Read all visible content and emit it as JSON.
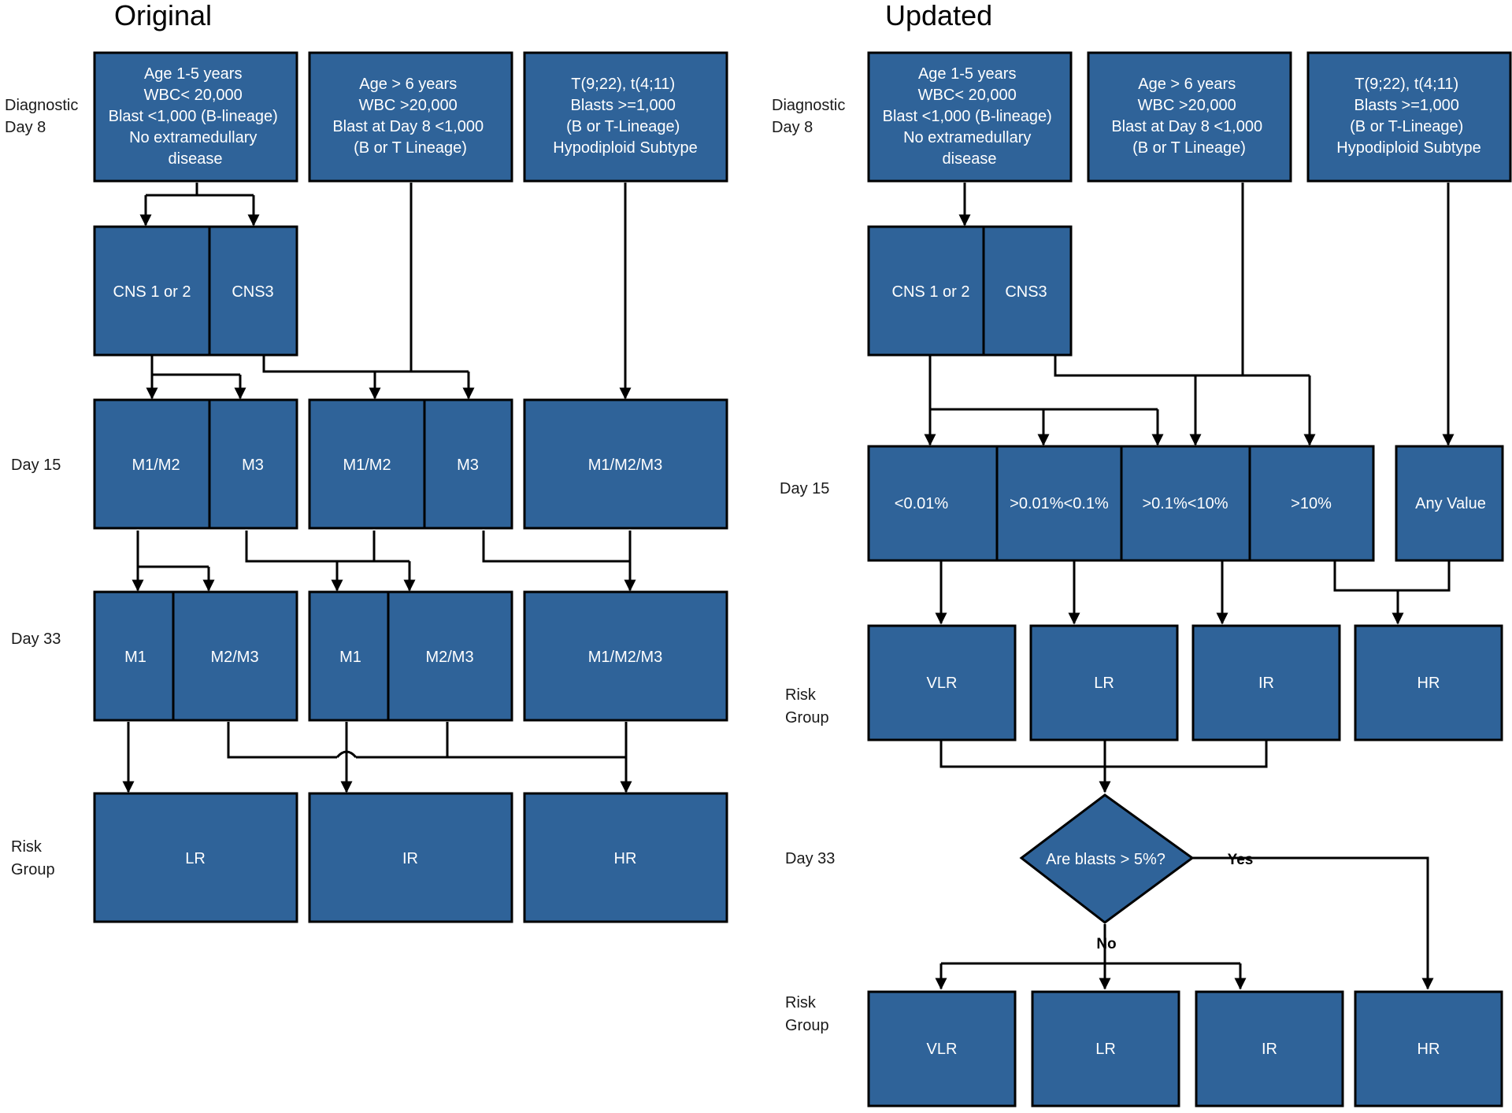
{
  "original": {
    "title": "Original",
    "stage_labels": {
      "diagnostic": [
        "Diagnostic",
        "Day 8"
      ],
      "day15": [
        "Day 15"
      ],
      "day33": [
        "Day 33"
      ],
      "risk": [
        "Risk",
        "Group"
      ]
    },
    "criteria": {
      "group_a": [
        "Age 1-5 years",
        "WBC< 20,000",
        "Blast <1,000 (B-lineage)",
        "No extramedullary",
        "disease"
      ],
      "group_b": [
        "Age > 6 years",
        "WBC >20,000",
        "Blast at Day 8 <1,000",
        "(B or T Lineage)"
      ],
      "group_c": [
        "T(9;22), t(4;11)",
        "Blasts >=1,000",
        "(B or T-Lineage)",
        "Hypodiploid Subtype"
      ]
    },
    "cns": [
      "CNS 1 or 2",
      "CNS3"
    ],
    "day15": {
      "a1": "M1/M2",
      "a2": "M3",
      "b1": "M1/M2",
      "b2": "M3",
      "c": "M1/M2/M3"
    },
    "day33": {
      "a1": "M1",
      "a2": "M2/M3",
      "b1": "M1",
      "b2": "M2/M3",
      "c": "M1/M2/M3"
    },
    "risk": [
      "LR",
      "IR",
      "HR"
    ]
  },
  "updated": {
    "title": "Updated",
    "stage_labels": {
      "diagnostic": [
        "Diagnostic",
        "Day 8"
      ],
      "day15": [
        "Day 15"
      ],
      "risk1": [
        "Risk",
        "Group"
      ],
      "day33": [
        "Day 33"
      ],
      "risk2": [
        "Risk",
        "Group"
      ]
    },
    "criteria": {
      "group_a": [
        "Age 1-5 years",
        "WBC< 20,000",
        "Blast <1,000 (B-lineage)",
        "No extramedullary",
        "disease"
      ],
      "group_b": [
        "Age > 6 years",
        "WBC >20,000",
        "Blast at Day 8 <1,000",
        "(B or T Lineage)"
      ],
      "group_c": [
        "T(9;22), t(4;11)",
        "Blasts >=1,000",
        "(B or T-Lineage)",
        "Hypodiploid Subtype"
      ]
    },
    "cns": [
      "CNS 1 or 2",
      "CNS3"
    ],
    "day15": [
      "<0.01%",
      ">0.01%<0.1%",
      ">0.1%<10%",
      ">10%",
      "Any Value"
    ],
    "risk1": [
      "VLR",
      "LR",
      "IR",
      "HR"
    ],
    "decision": "Are blasts > 5%?",
    "yes_label": "Yes",
    "no_label": "No",
    "risk2": [
      "VLR",
      "LR",
      "IR",
      "HR"
    ]
  },
  "colors": {
    "box_fill": "#2f6399",
    "box_stroke": "#000000"
  }
}
